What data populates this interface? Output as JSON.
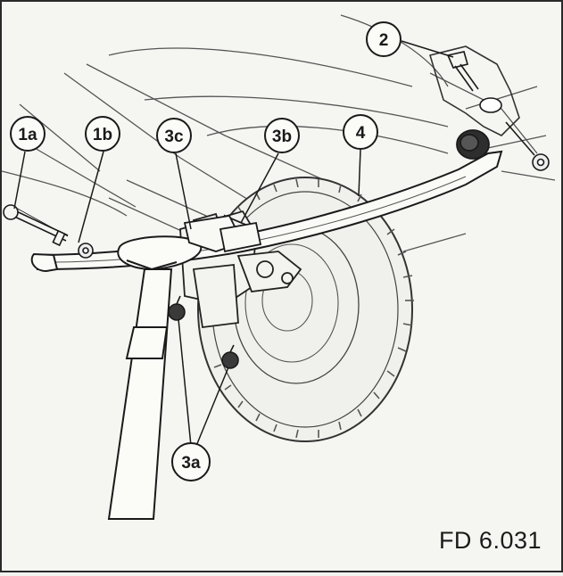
{
  "figure": {
    "code": "FD 6.031",
    "callouts": [
      {
        "id": "1a",
        "label": "1a"
      },
      {
        "id": "1b",
        "label": "1b"
      },
      {
        "id": "3c",
        "label": "3c"
      },
      {
        "id": "3b",
        "label": "3b"
      },
      {
        "id": "4",
        "label": "4"
      },
      {
        "id": "2",
        "label": "2"
      },
      {
        "id": "3a",
        "label": "3a"
      }
    ]
  },
  "colors": {
    "ink": "#1a1a1a",
    "paper": "#f5f5f2",
    "border": "#2a2a2a"
  }
}
